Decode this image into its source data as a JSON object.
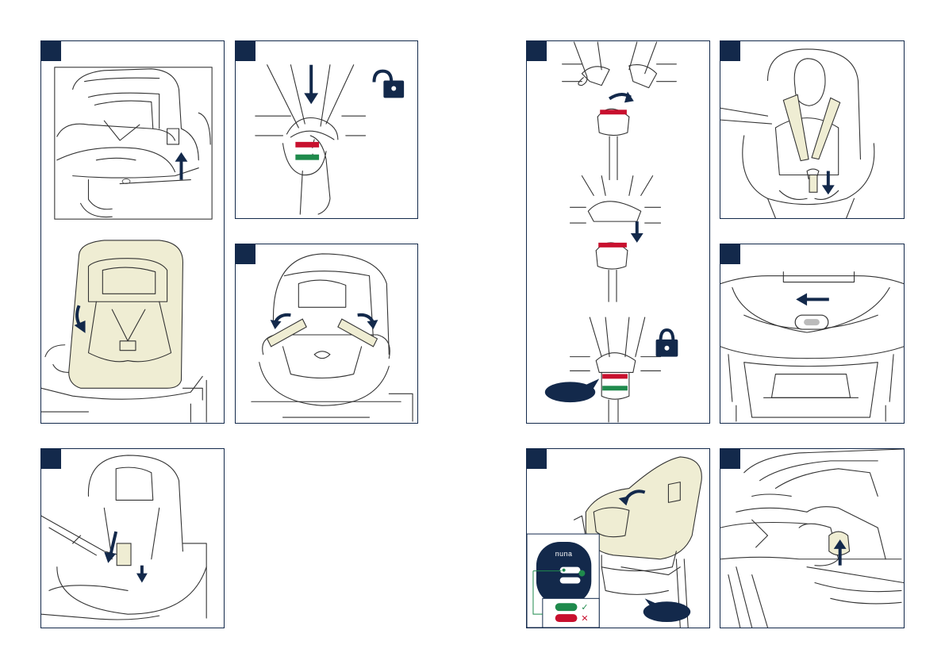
{
  "page": {
    "brand_logo": "nuna",
    "check_mark": "✓",
    "cross_mark": "✕"
  },
  "colors": {
    "navy": "#13294b",
    "red": "#c8102e",
    "green": "#1f8a4c",
    "beige": "#efedd3"
  },
  "panels": [
    {
      "name": "seat-insert-removal",
      "icons": [
        "up-arrow-icon",
        "rotate-arrow-icon"
      ]
    },
    {
      "name": "buckle-release",
      "icons": [
        "down-arrow-icon",
        "unlocked-padlock-icon"
      ]
    },
    {
      "name": "shoulder-pads-removal",
      "icons": [
        "curved-arrow-left-icon",
        "curved-arrow-right-icon"
      ]
    },
    {
      "name": "harness-adjust",
      "icons": [
        "down-arrow-icon"
      ]
    },
    {
      "name": "buckle-engage",
      "icons": [
        "rotate-arrow-icon",
        "down-arrow-icon",
        "locked-padlock-icon",
        "speech-bubble-icon"
      ]
    },
    {
      "name": "harness-pull-tight",
      "icons": [
        "down-arrow-icon"
      ]
    },
    {
      "name": "base-release",
      "icons": [
        "left-arrow-icon"
      ]
    },
    {
      "name": "recline-indicator",
      "icons": [
        "rotate-arrow-icon",
        "speech-bubble-icon",
        "check-icon",
        "cross-icon"
      ]
    },
    {
      "name": "recline-lever",
      "icons": [
        "up-arrow-icon"
      ]
    }
  ]
}
